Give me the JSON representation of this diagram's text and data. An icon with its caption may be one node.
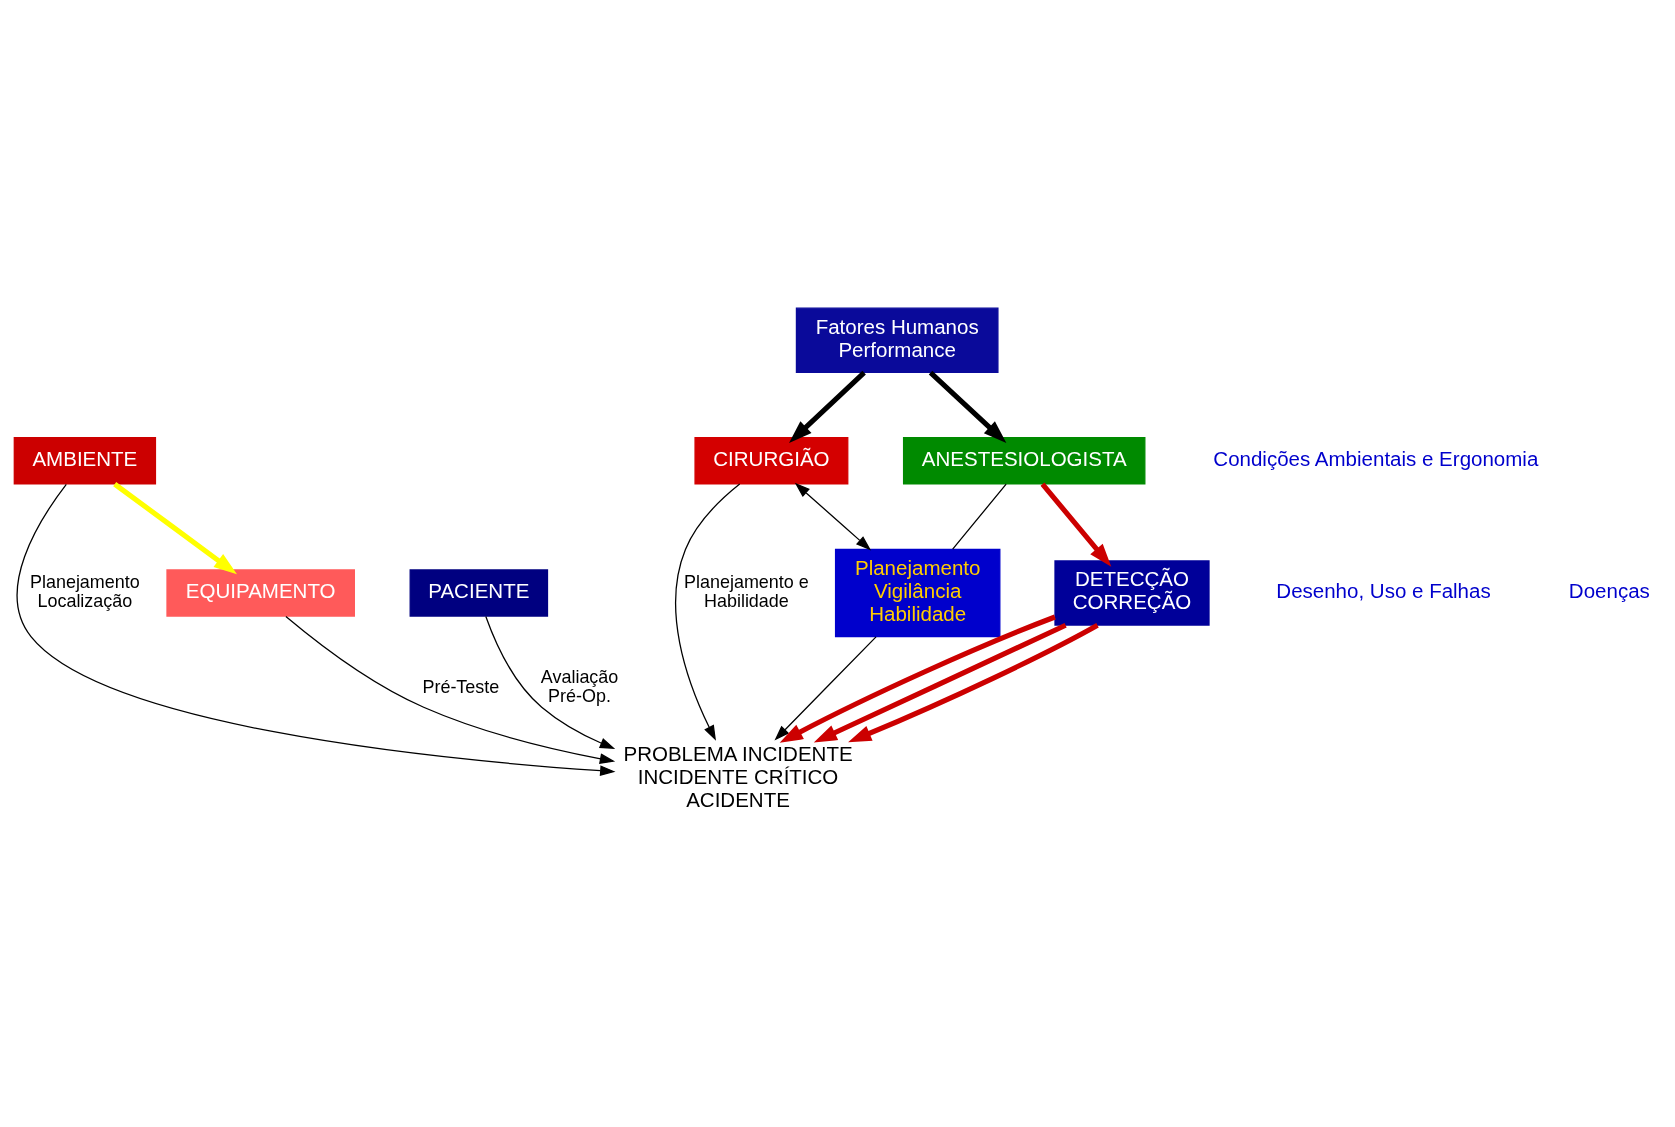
{
  "diagram": {
    "nodes": [
      {
        "text": [
          "AMBIENTE"
        ]
      },
      {
        "text": [
          "EQUIPAMENTO"
        ]
      },
      {
        "text": [
          "PACIENTE"
        ]
      },
      {
        "text": [
          "Fatores Humanos Performance"
        ]
      },
      {
        "text": [
          "CIRURGIÃO"
        ]
      },
      {
        "text": [
          "ANESTESIOLOGISTA"
        ]
      },
      {
        "text": [
          "Planejamento Vigilância Habilidade"
        ]
      },
      {
        "text": [
          "DETECÇÃO CORREÇÃO"
        ]
      },
      {
        "text": [
          "PROBLEMA INCIDENTE INCIDENTE CRÍTICO ACIDENTE"
        ]
      }
    ],
    "edges": [
      {
        "from": 0,
        "to": 1,
        "arrow": "to",
        "style": "thick",
        "color": "#ffff00"
      },
      {
        "from": 3,
        "to": 4,
        "arrow": "to",
        "style": "thick"
      },
      {
        "from": 3,
        "to": 5,
        "arrow": "to",
        "style": "thick"
      },
      {
        "from": 5,
        "to": 6,
        "arrow": "none"
      },
      {
        "from": 4,
        "to": 6,
        "arrow": "both"
      },
      {
        "from": 0,
        "to": 8,
        "label": "Planejamento Localização",
        "arrow": "to"
      },
      {
        "from": 1,
        "to": 8,
        "label": "Pré-Teste",
        "arrow": "to"
      },
      {
        "from": 2,
        "to": 8,
        "label": "Avaliação Pré-Op.",
        "arrow": "to"
      },
      {
        "from": 4,
        "to": 8,
        "label": "Planejamento e Habilidade",
        "arrow": "to"
      },
      {
        "from": 6,
        "to": 8,
        "arrow": "to"
      },
      {
        "from": 5,
        "to": 7,
        "arrow": "to",
        "style": "thick",
        "color": "#cc0000"
      },
      {
        "from": 7,
        "to": 8,
        "arrow": "to",
        "style": "thick",
        "color": "#cc0000"
      },
      {
        "from": 7,
        "to": 8,
        "arrow": "to",
        "style": "thick",
        "color": "#cc0000"
      },
      {
        "from": 7,
        "to": 8,
        "arrow": "to",
        "style": "thick",
        "color": "#cc0000"
      }
    ],
    "labels": [
      "Condições Ambientais e Ergonomia",
      "Desenho, Uso e Falhas",
      "Doenças"
    ]
  }
}
